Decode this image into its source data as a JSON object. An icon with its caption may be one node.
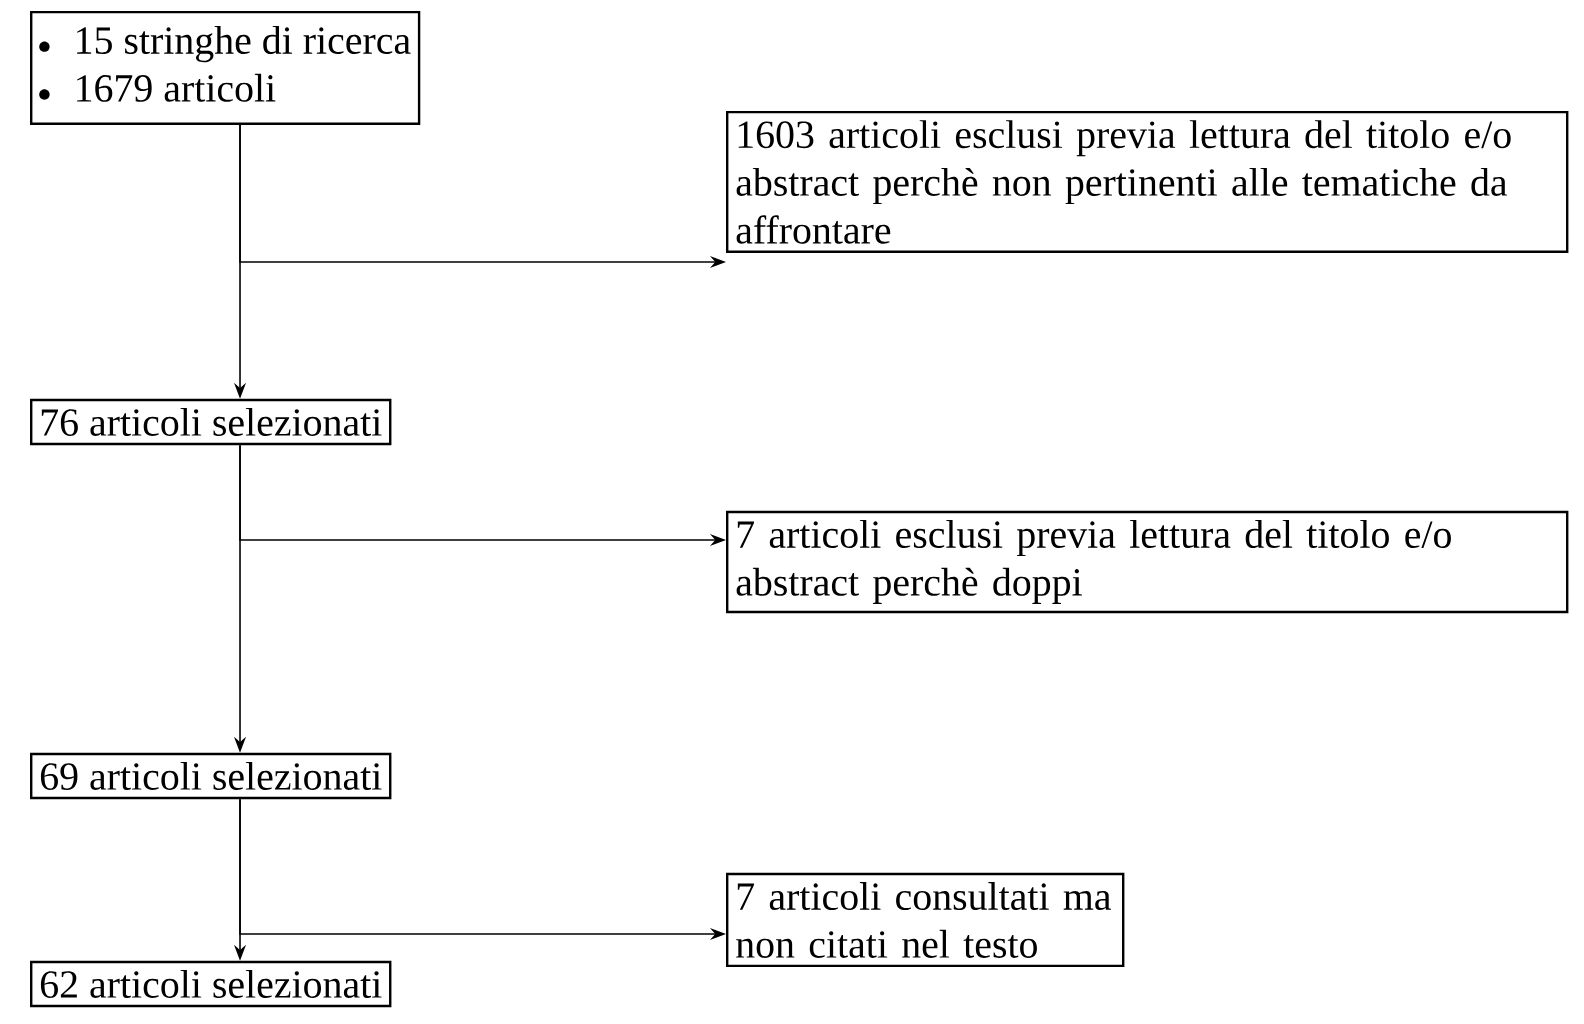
{
  "diagram": {
    "nodes": [
      {
        "text": [
          "15 stringhe di ricerca",
          "1679 articoli"
        ]
      },
      {
        "text": [
          "1603 articoli esclusi previa lettura del titolo e/o abstract perchè non pertinenti alle tematiche da affrontare"
        ]
      },
      {
        "text": [
          "76 articoli selezionati"
        ]
      },
      {
        "text": [
          "7 articoli esclusi previa lettura del titolo e/o abstract perchè doppi"
        ]
      },
      {
        "text": [
          "69 articoli selezionati"
        ]
      },
      {
        "text": [
          "7 articoli consultati ma non citati nel testo"
        ]
      },
      {
        "text": [
          "62 articoli selezionati"
        ]
      }
    ],
    "edges": [
      {
        "from": 0,
        "to": 2,
        "arrow": "to"
      },
      {
        "from": 0,
        "to": 1,
        "arrow": "to"
      },
      {
        "from": 2,
        "to": 4,
        "arrow": "to"
      },
      {
        "from": 2,
        "to": 3,
        "arrow": "to"
      },
      {
        "from": 4,
        "to": 6,
        "arrow": "to"
      },
      {
        "from": 4,
        "to": 5,
        "arrow": "to"
      }
    ]
  }
}
